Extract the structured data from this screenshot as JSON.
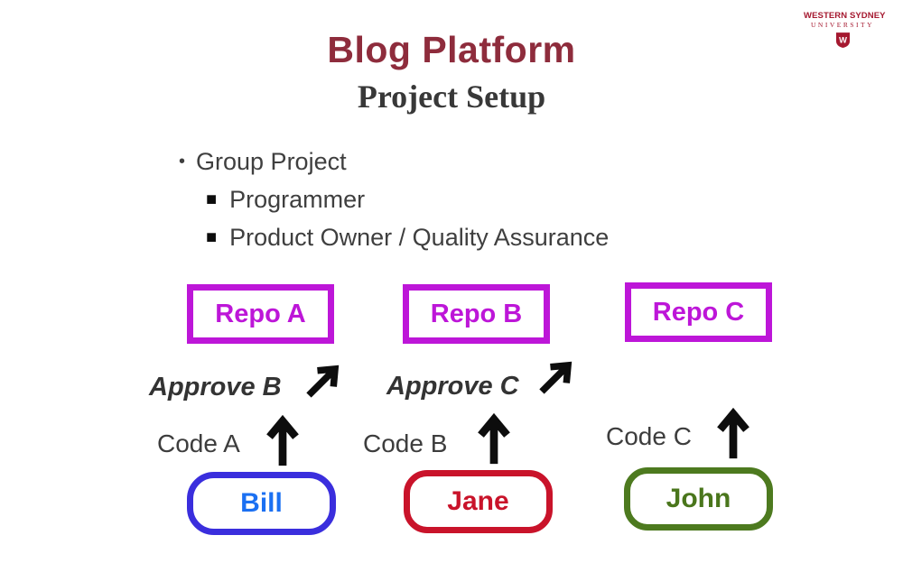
{
  "slide": {
    "title": "Blog Platform",
    "subtitle": "Project Setup",
    "bullets": {
      "main": "Group Project",
      "sub": [
        "Programmer",
        "Product Owner / Quality Assurance"
      ]
    }
  },
  "logo": {
    "line1": "WESTERN SYDNEY",
    "line2": "UNIVERSITY",
    "shield_letter": "W",
    "color": "#a5182f"
  },
  "diagram": {
    "repo_color": "#bd16d8",
    "arrow_color": "#0d0d0d",
    "repos": [
      {
        "label": "Repo A"
      },
      {
        "label": "Repo B"
      },
      {
        "label": "Repo C"
      }
    ],
    "approvals": [
      {
        "label": "Approve B"
      },
      {
        "label": "Approve C"
      }
    ],
    "codes": [
      {
        "label": "Code A"
      },
      {
        "label": "Code B"
      },
      {
        "label": "Code C"
      }
    ],
    "people": [
      {
        "name": "Bill",
        "border_color": "#3a2edd",
        "text_color": "#1b70f2"
      },
      {
        "name": "Jane",
        "border_color": "#c9132a",
        "text_color": "#c9132a"
      },
      {
        "name": "John",
        "border_color": "#4d7a1f",
        "text_color": "#4a761c"
      }
    ]
  },
  "colors": {
    "title": "#8e2c3c",
    "subtitle": "#383838"
  }
}
